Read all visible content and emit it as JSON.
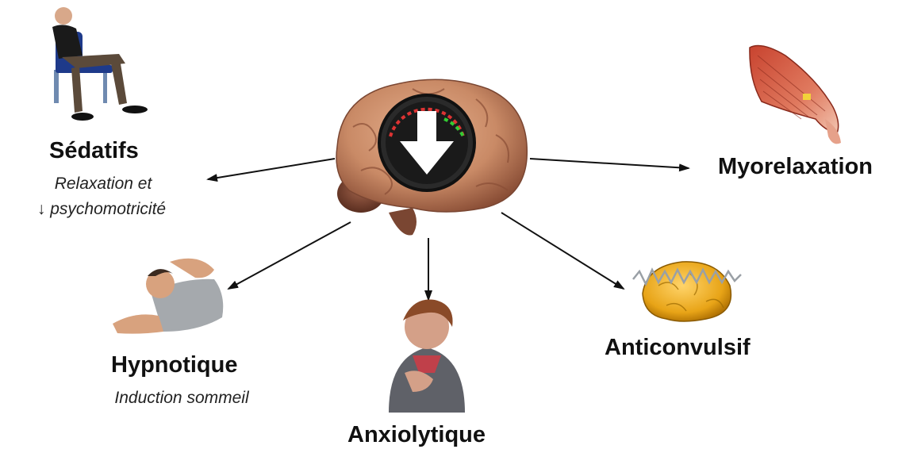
{
  "center": {
    "icon": "brain-with-down-arrow-dial",
    "meaning": "",
    "colors": {
      "brain": "#c98a66",
      "brain_dark": "#7a4632",
      "dial": "#1c1c1c",
      "arrow": "#ffffff"
    }
  },
  "effects": [
    {
      "id": "sedatifs",
      "title": "Sédatifs",
      "subtitle": "Relaxation et",
      "subtitle2": "↓ psychomotricité",
      "icon": "seated-man-icon"
    },
    {
      "id": "hypnotique",
      "title": "Hypnotique",
      "subtitle": "Induction sommeil",
      "icon": "sleeping-man-icon"
    },
    {
      "id": "anxiolytique",
      "title": "Anxiolytique",
      "icon": "anxious-woman-icon"
    },
    {
      "id": "anticonvulsif",
      "title": "Anticonvulsif",
      "icon": "seizure-brain-icon"
    },
    {
      "id": "myorelaxation",
      "title": "Myorelaxation",
      "icon": "muscle-icon"
    }
  ],
  "colors": {
    "arrow": "#111111",
    "text": "#111111"
  }
}
